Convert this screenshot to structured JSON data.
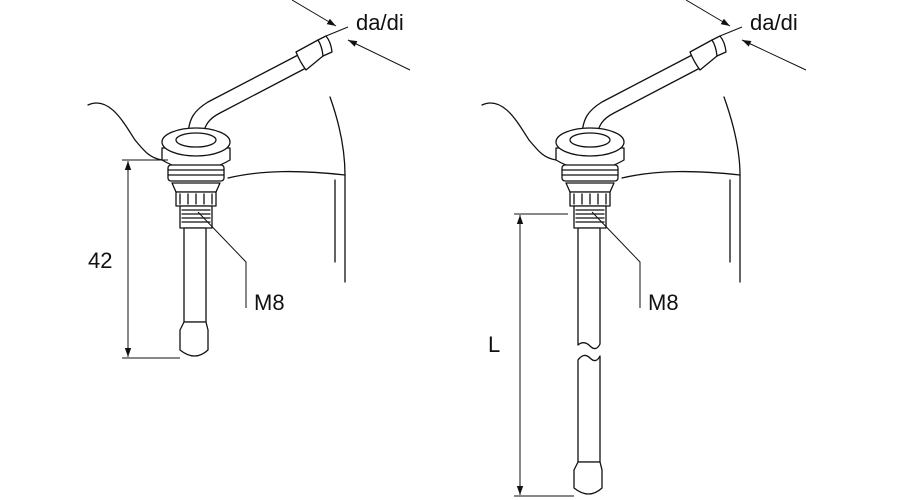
{
  "left_view": {
    "dimension_label": "da/di",
    "height_label": "42",
    "thread_label": "M8"
  },
  "right_view": {
    "dimension_label": "da/di",
    "length_label": "L",
    "thread_label": "M8"
  }
}
